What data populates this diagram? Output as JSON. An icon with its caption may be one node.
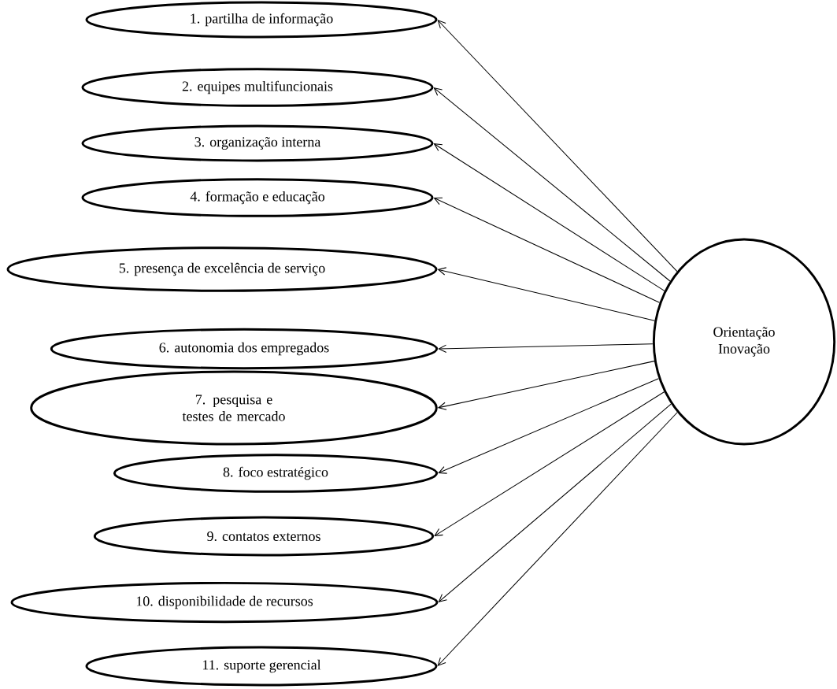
{
  "diagram": {
    "nodes": [
      {
        "text": [
          "1. partilha de informação"
        ]
      },
      {
        "text": [
          "2. equipes multifuncionais"
        ]
      },
      {
        "text": [
          "3. organização interna"
        ]
      },
      {
        "text": [
          "4. formação e educação"
        ]
      },
      {
        "text": [
          "5. presença de excelência de serviço"
        ]
      },
      {
        "text": [
          "6. autonomia dos empregados"
        ]
      },
      {
        "text": [
          "7. pesquisa e testes de mercado"
        ]
      },
      {
        "text": [
          "8. foco estratégico"
        ]
      },
      {
        "text": [
          "9. contatos externos"
        ]
      },
      {
        "text": [
          "10. disponibilidade de recursos"
        ]
      },
      {
        "text": [
          "11. suporte gerencial"
        ]
      },
      {
        "text": [
          "Orientação Inovação"
        ]
      }
    ],
    "edges": [
      {
        "from": 11,
        "to": 0,
        "arrow": "to"
      },
      {
        "from": 11,
        "to": 1,
        "arrow": "to"
      },
      {
        "from": 11,
        "to": 2,
        "arrow": "to"
      },
      {
        "from": 11,
        "to": 3,
        "arrow": "to"
      },
      {
        "from": 11,
        "to": 4,
        "arrow": "to"
      },
      {
        "from": 11,
        "to": 5,
        "arrow": "to"
      },
      {
        "from": 11,
        "to": 6,
        "arrow": "to"
      },
      {
        "from": 11,
        "to": 7,
        "arrow": "to"
      },
      {
        "from": 11,
        "to": 8,
        "arrow": "to"
      },
      {
        "from": 11,
        "to": 9,
        "arrow": "to"
      },
      {
        "from": 11,
        "to": 10,
        "arrow": "to"
      }
    ]
  }
}
